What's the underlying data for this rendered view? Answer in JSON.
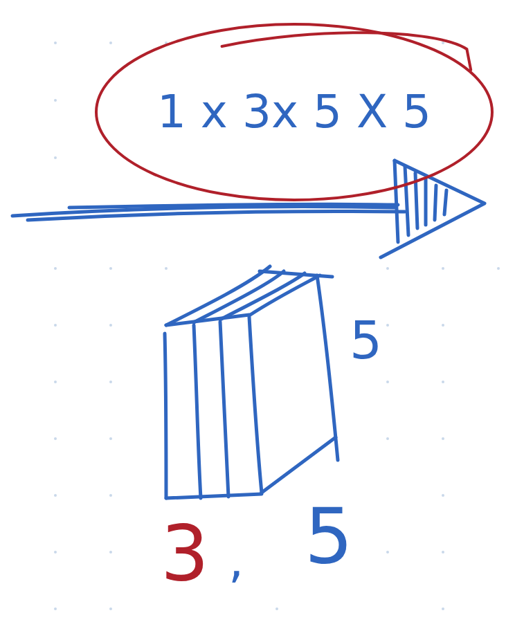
{
  "diagram": {
    "nodes": [
      {
        "text": [
          "1 x 3x 5 X 5"
        ]
      }
    ],
    "labels": [
      "5",
      "3",
      ",",
      "5"
    ]
  }
}
